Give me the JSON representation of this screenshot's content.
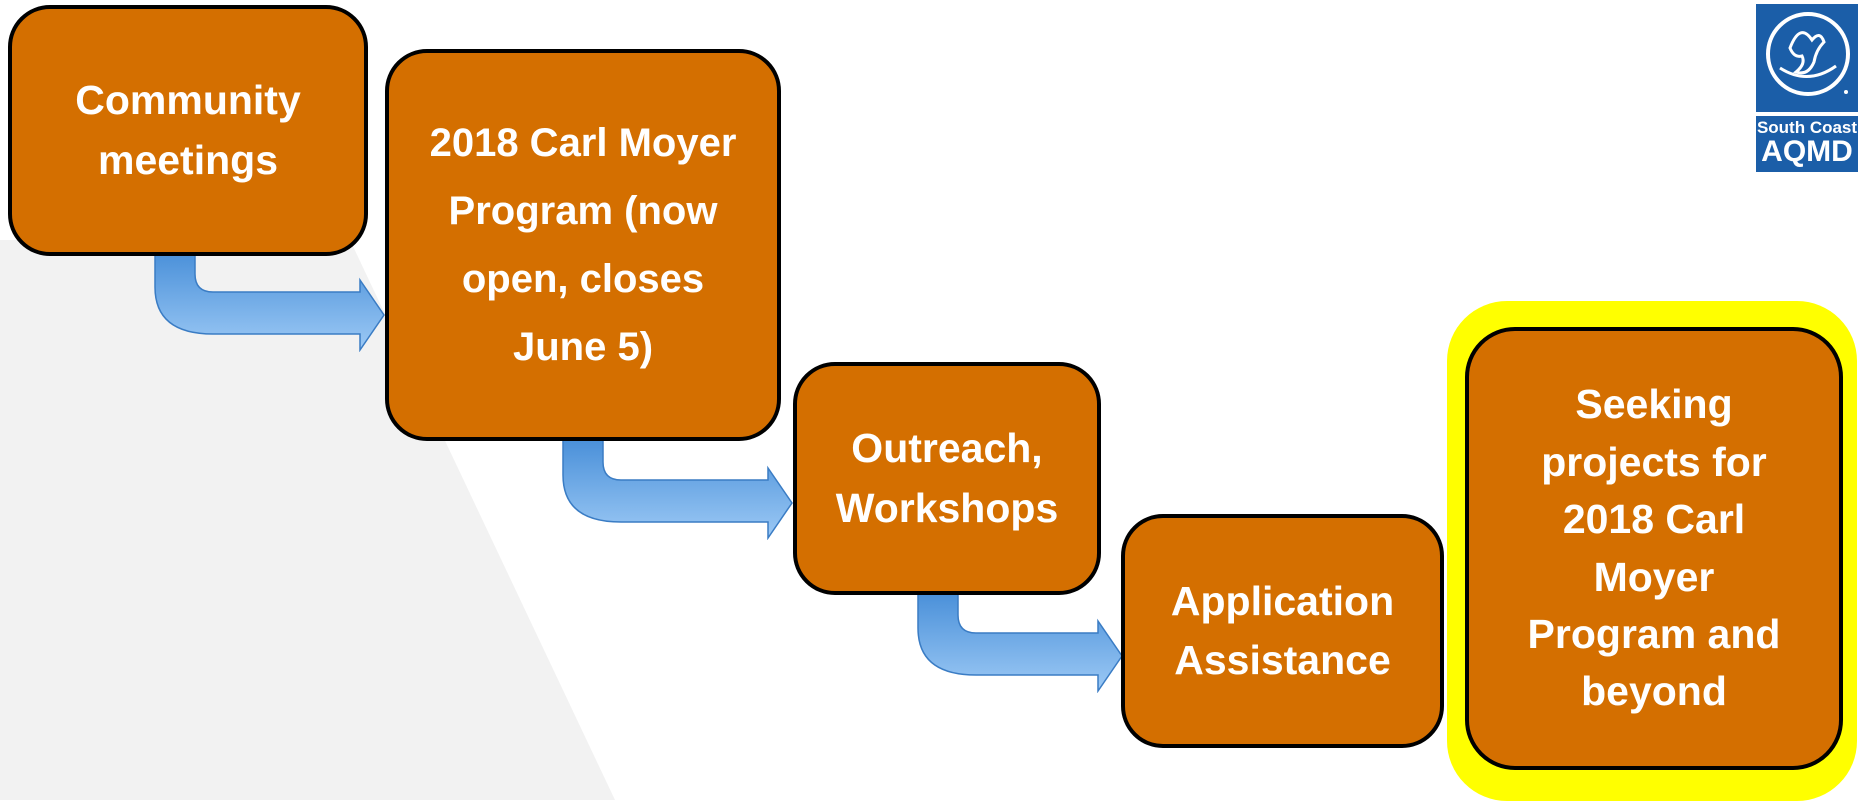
{
  "steps": [
    {
      "label": "Community\nmeetings"
    },
    {
      "label": "2018 Carl Moyer\nProgram (now\nopen, closes\nJune 5)"
    },
    {
      "label": "Outreach,\nWorkshops"
    },
    {
      "label": "Application\nAssistance"
    },
    {
      "label": "Seeking\nprojects for\n2018 Carl\nMoyer\nProgram and\nbeyond"
    }
  ],
  "logo": {
    "line1": "South Coast",
    "line2": "AQMD"
  },
  "colors": {
    "box_fill": "#D46F00",
    "box_border": "#000000",
    "highlight": "#FFFF00",
    "arrow": "#6FAEE8",
    "logo_blue": "#1B5EA8",
    "background_shape": "#F2F2F2"
  }
}
